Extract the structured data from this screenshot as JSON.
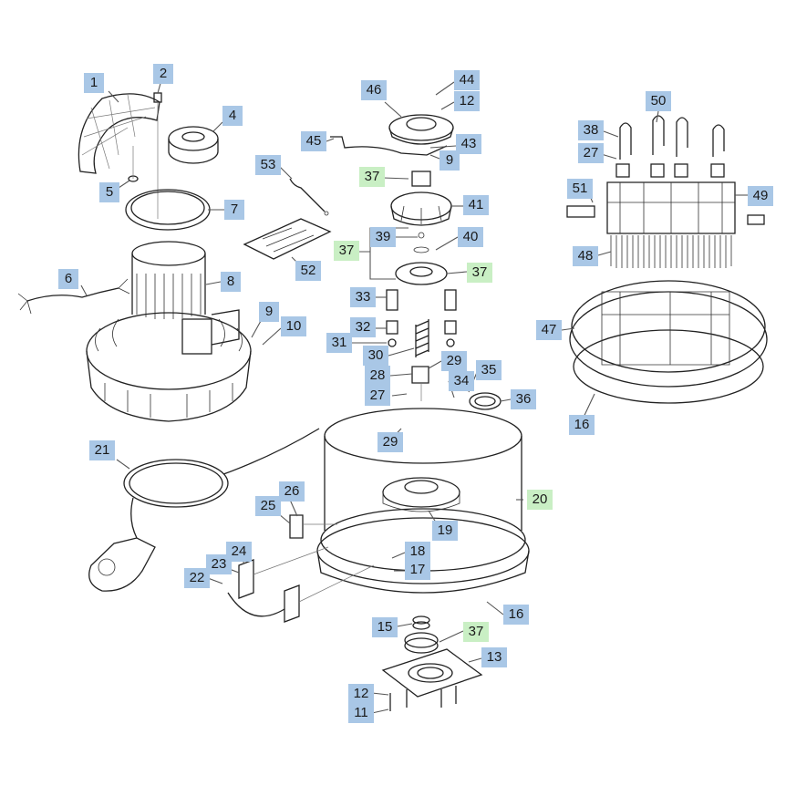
{
  "palette": {
    "blue_tag": "#a9c7e6",
    "green_tag": "#c9efc4",
    "line": "#555555"
  },
  "labels": {
    "p1": "1",
    "p2": "2",
    "p4": "4",
    "p5": "5",
    "p6": "6",
    "p7": "7",
    "p8": "8",
    "p9a": "9",
    "p10": "10",
    "p21": "21",
    "p53": "53",
    "p52": "52",
    "p46": "46",
    "p44": "44",
    "p12a": "12",
    "p45": "45",
    "p43": "43",
    "p9b": "9",
    "p37a": "37",
    "p41": "41",
    "p39": "39",
    "p40": "40",
    "p37b": "37",
    "p37c": "37",
    "p33": "33",
    "p32": "32",
    "p31": "31",
    "p30": "30",
    "p29a": "29",
    "p28": "28",
    "p27a": "27",
    "p34": "34",
    "p35": "35",
    "p36": "36",
    "p29b": "29",
    "p20": "20",
    "p19": "19",
    "p26": "26",
    "p25": "25",
    "p24": "24",
    "p23": "23",
    "p22": "22",
    "p18": "18",
    "p17": "17",
    "p16a": "16",
    "p15": "15",
    "p37d": "37",
    "p13": "13",
    "p12b": "12",
    "p11": "11",
    "p50": "50",
    "p38": "38",
    "p27b": "27",
    "p51": "51",
    "p49": "49",
    "p48": "48",
    "p47": "47",
    "p16b": "16"
  }
}
